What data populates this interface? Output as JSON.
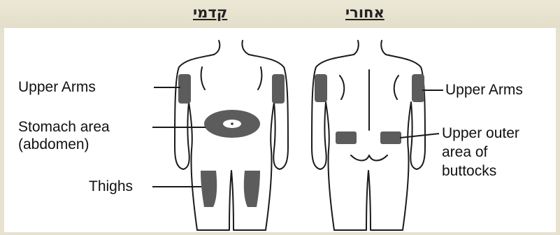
{
  "headings": {
    "front": "קדמי",
    "back": "אחורי"
  },
  "labels": {
    "upper_arms_left": "Upper Arms",
    "stomach_line1": "Stomach area",
    "stomach_line2": "(abdomen)",
    "thighs": "Thighs",
    "upper_arms_right": "Upper Arms",
    "buttocks_line1": "Upper outer",
    "buttocks_line2": "area of",
    "buttocks_line3": "buttocks"
  },
  "colors": {
    "injection_site": "#5c5c5c",
    "outline": "#1a1a1a",
    "header_background": "#e5e0cc"
  }
}
